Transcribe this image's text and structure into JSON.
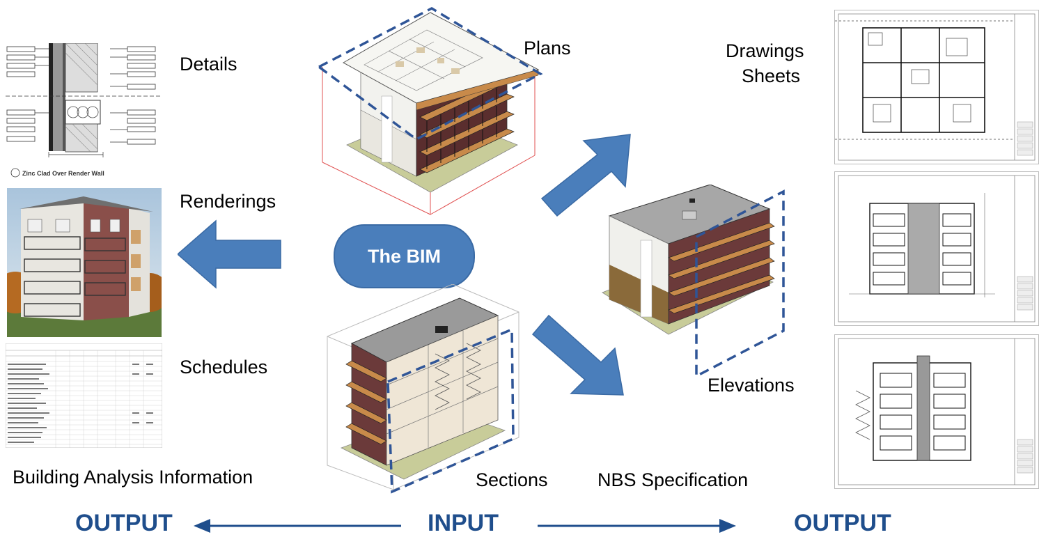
{
  "labels": {
    "details": "Details",
    "renderings": "Renderings",
    "schedules": "Schedules",
    "plans": "Plans",
    "drawings_line1": "Drawings",
    "drawings_line2": "Sheets",
    "elevations": "Elevations",
    "sections": "Sections",
    "nbs_spec": "NBS Specification",
    "building_analysis": "Building Analysis Information",
    "bim": "The BIM"
  },
  "flow": {
    "output_left": "OUTPUT",
    "input": "INPUT",
    "output_right": "OUTPUT"
  },
  "detail_caption": "Zinc Clad Over Render Wall",
  "colors": {
    "arrow_fill": "#4a7ebb",
    "flow_text": "#1f4e8c",
    "dashed_outline": "#2f5597",
    "brick": "#6b3a3a",
    "balcony_wood": "#c88a4a",
    "base_green": "#c8cc99"
  }
}
